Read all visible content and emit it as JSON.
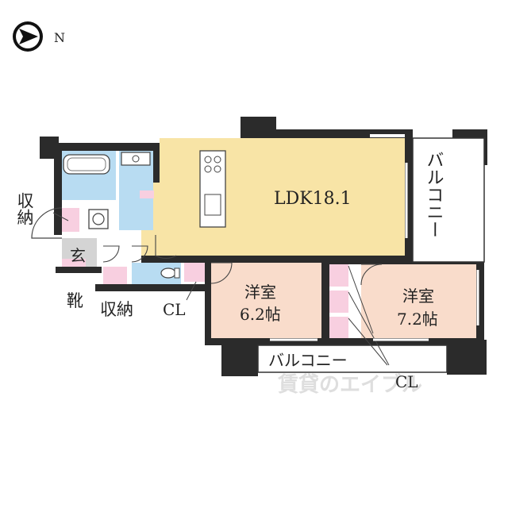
{
  "compass": {
    "label": "N",
    "icon": "north-arrow-icon"
  },
  "colors": {
    "ldk": "#f8e4a6",
    "bedroom": "#f9dccb",
    "water": "#b8dcf2",
    "storage": "#f8cfe0",
    "entrance": "#d4d4d4",
    "wall": "#2b2b2b"
  },
  "rooms": {
    "ldk": "LDK18.1",
    "bedroom1": {
      "name": "洋室",
      "size": "6.2帖"
    },
    "bedroom2": {
      "name": "洋室",
      "size": "7.2帖"
    },
    "entrance": "玄"
  },
  "labels": {
    "storage_left": "収納",
    "shoes": "靴",
    "storage_bottom": "収納",
    "closet_1": "CL",
    "closet_2": "CL",
    "balcony_right": "バルコニー",
    "balcony_bottom": "バルコニー"
  },
  "watermark": "賃貸のエイブル"
}
